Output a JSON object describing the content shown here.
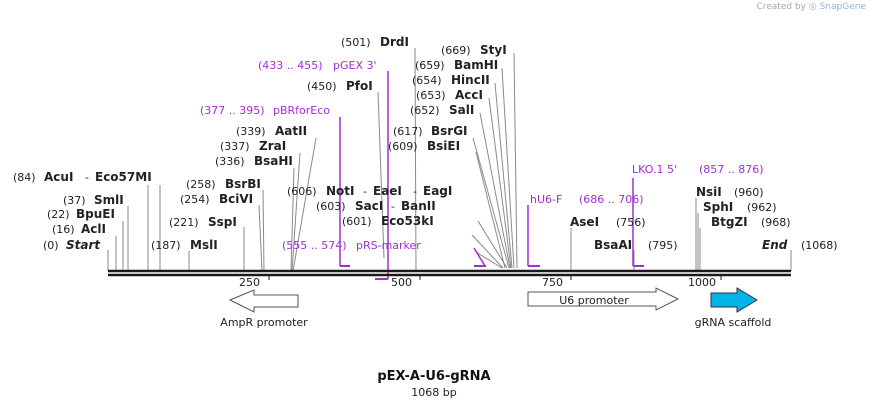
{
  "creator": {
    "prefix": "Created by",
    "brand": "SnapGene"
  },
  "map": {
    "name": "pEX-A-U6-gRNA",
    "length_label": "1068 bp",
    "axis_ticks": [
      "250",
      "500",
      "750",
      "1000"
    ],
    "start_label": "Start",
    "start_pos": "(0)",
    "end_label": "End",
    "end_pos": "(1068)"
  },
  "sites": [
    {
      "name": "AcuI",
      "pos": "(84)"
    },
    {
      "name": "Eco57MI",
      "pos": ""
    },
    {
      "name": "SmlI",
      "pos": "(37)"
    },
    {
      "name": "BpuEI",
      "pos": "(22)"
    },
    {
      "name": "AclI",
      "pos": "(16)"
    },
    {
      "name": "MslI",
      "pos": "(187)"
    },
    {
      "name": "BsrBI",
      "pos": "(258)"
    },
    {
      "name": "BciVI",
      "pos": "(254)"
    },
    {
      "name": "SspI",
      "pos": "(221)"
    },
    {
      "name": "BsaHI",
      "pos": "(336)"
    },
    {
      "name": "ZraI",
      "pos": "(337)"
    },
    {
      "name": "AatII",
      "pos": "(339)"
    },
    {
      "name": "PfoI",
      "pos": "(450)"
    },
    {
      "name": "DrdI",
      "pos": "(501)"
    },
    {
      "name": "NotI",
      "pos": "(606)"
    },
    {
      "name": "EaeI",
      "pos": ""
    },
    {
      "name": "EagI",
      "pos": ""
    },
    {
      "name": "SacI",
      "pos": "(603)"
    },
    {
      "name": "BanII",
      "pos": ""
    },
    {
      "name": "Eco53kI",
      "pos": "(601)"
    },
    {
      "name": "BsrGI",
      "pos": "(617)"
    },
    {
      "name": "BsiEI",
      "pos": "(609)"
    },
    {
      "name": "SalI",
      "pos": "(652)"
    },
    {
      "name": "AccI",
      "pos": "(653)"
    },
    {
      "name": "HincII",
      "pos": "(654)"
    },
    {
      "name": "BamHI",
      "pos": "(659)"
    },
    {
      "name": "StyI",
      "pos": "(669)"
    },
    {
      "name": "AseI",
      "pos": ""
    },
    {
      "name": "BsaAI",
      "pos": "(795)"
    },
    {
      "name": "NsiI",
      "pos": "(960)"
    },
    {
      "name": "SphI",
      "pos": "(962)"
    },
    {
      "name": "BtgZI",
      "pos": "(968)"
    }
  ],
  "primers": [
    {
      "name": "pGEX 3'",
      "range": "(433 .. 455)"
    },
    {
      "name": "pBRforEco",
      "range": "(377 .. 395)"
    },
    {
      "name": "pRS-marker",
      "range": "(555 .. 574)"
    },
    {
      "name": "hU6-F",
      "range": "(686 .. 706)"
    },
    {
      "name": "LKO.1 5'",
      "range": "(857 .. 876)"
    },
    {
      "name": "",
      "range": "(756)"
    }
  ],
  "features": [
    {
      "name": "AmpR promoter",
      "direction": "reverse",
      "color": "#ffffff"
    },
    {
      "name": "U6 promoter",
      "direction": "forward",
      "color": "#ffffff"
    },
    {
      "name": "gRNA scaffold",
      "direction": "forward",
      "color": "#00b4ea"
    }
  ],
  "colors": {
    "primer": "#a02fd0",
    "backbone": "#1a1a1a",
    "leader": "#8a8a8a",
    "scaffold": "#00b4ea"
  }
}
